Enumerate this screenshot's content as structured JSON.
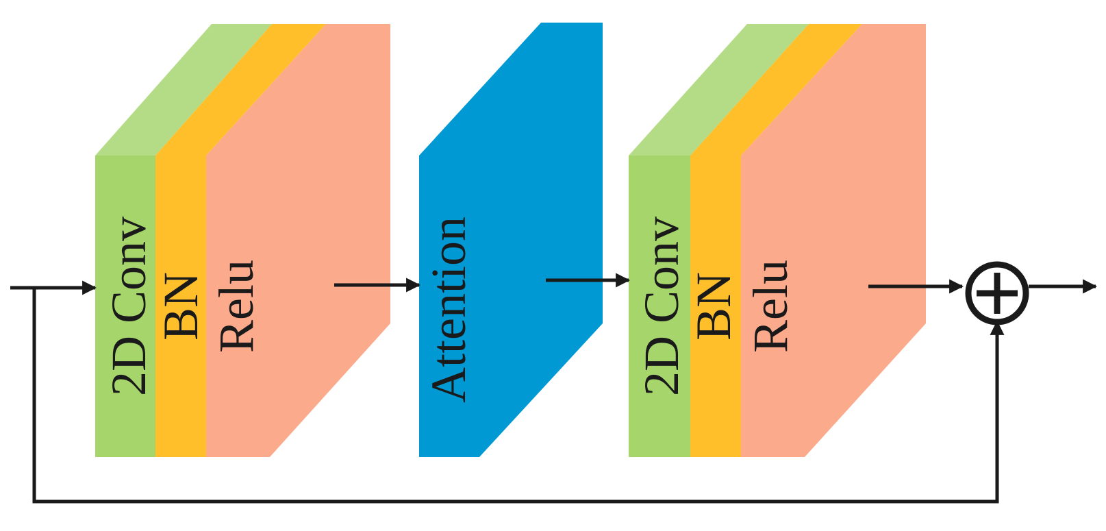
{
  "block1": {
    "conv_label": "2D Conv",
    "bn_label": "BN",
    "relu_label": "Relu"
  },
  "attention": {
    "label": "Attention"
  },
  "block2": {
    "conv_label": "2D Conv",
    "bn_label": "BN",
    "relu_label": "Relu"
  },
  "sum_node": {
    "symbol": "⊕"
  },
  "colors": {
    "conv_front": "#A5D56B",
    "conv_side": "#B4DB86",
    "bn": "#FFBF2B",
    "relu": "#FBAA8C",
    "attention": "#0099D4",
    "line": "#1a1a1a",
    "text": "#1a1a1a"
  }
}
